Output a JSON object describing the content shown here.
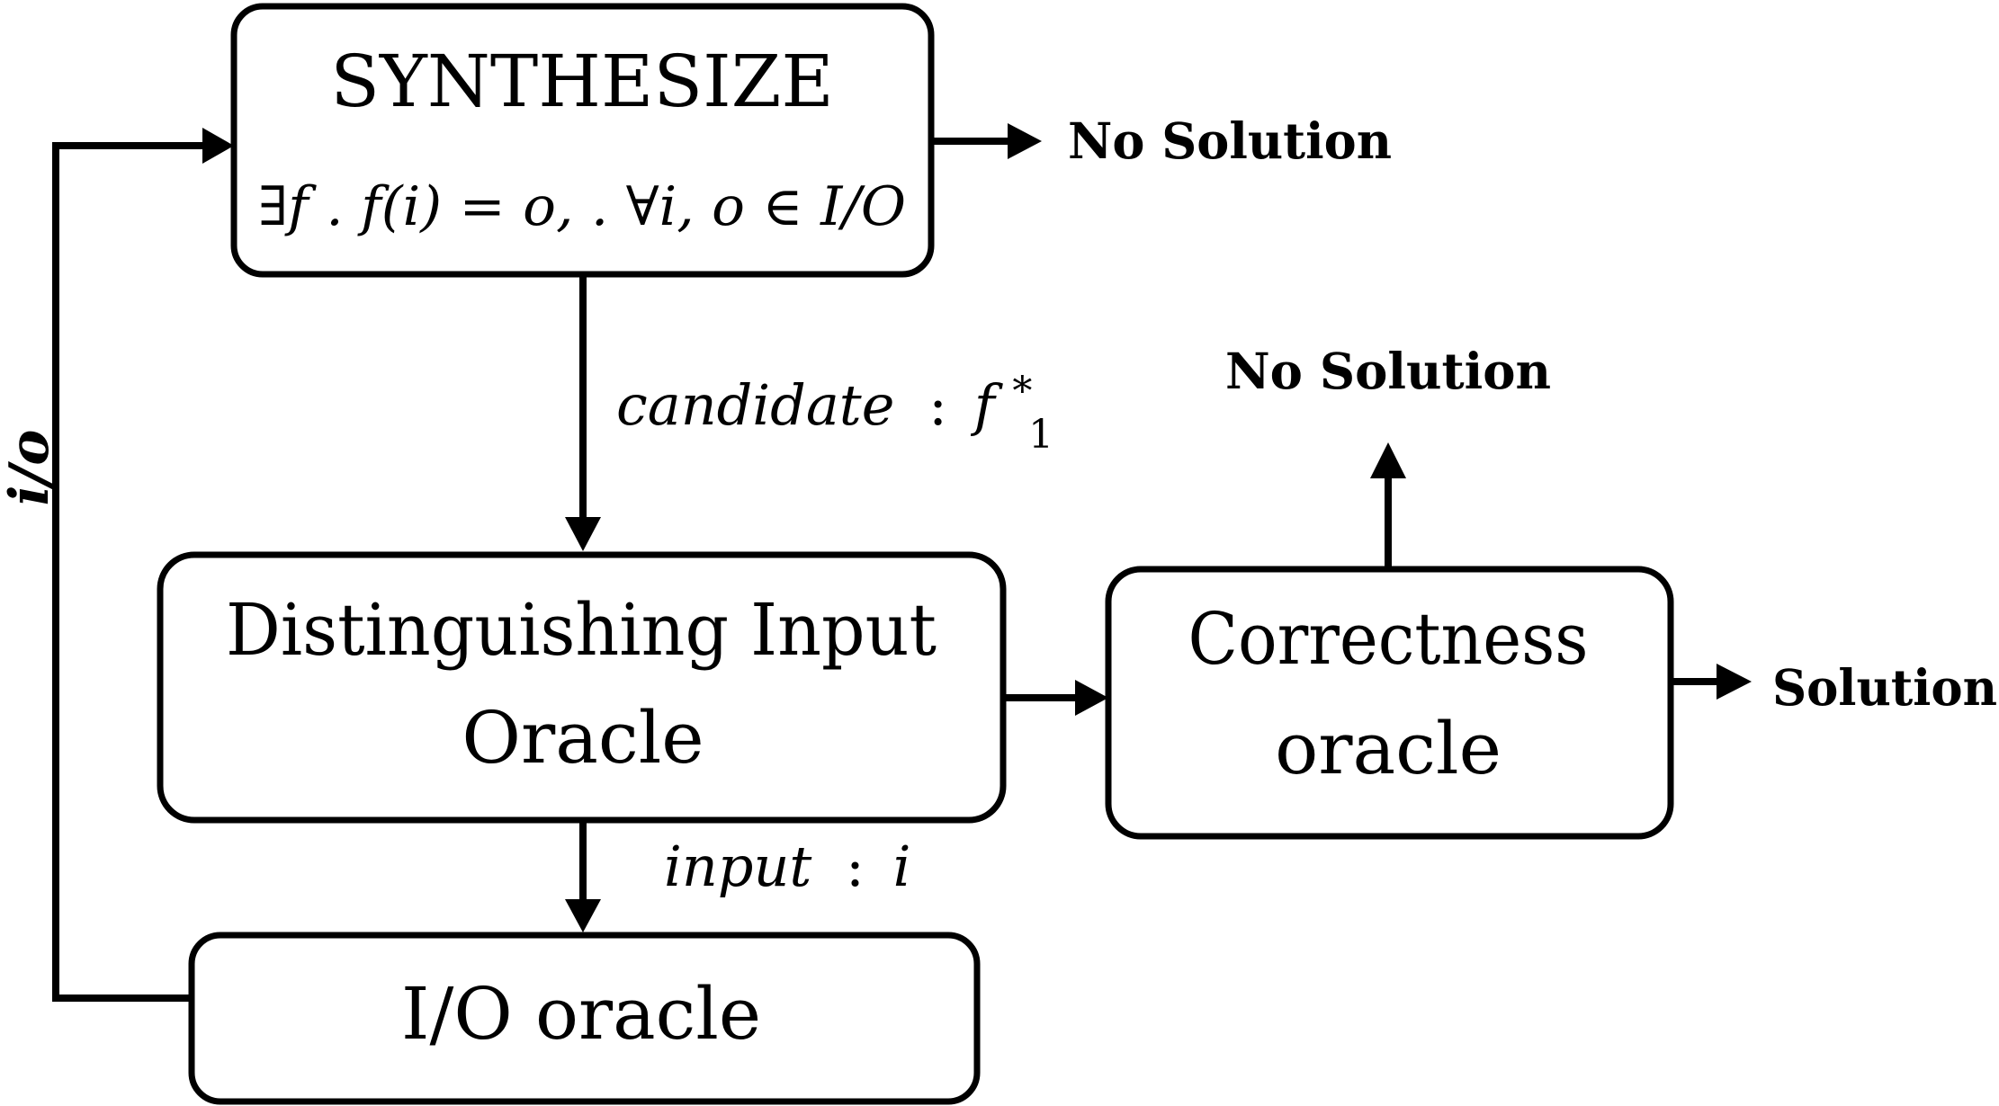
{
  "boxes": {
    "synthesize": {
      "title": "SYNTHESIZE",
      "formula": "∃f . f(i) = o, . ∀i, o ∈ I/O"
    },
    "distinguishing": {
      "line1": "Distinguishing Input",
      "line2": "Oracle"
    },
    "io": {
      "title": "I/O oracle"
    },
    "correctness": {
      "line1": "Correctness",
      "line2": "oracle"
    }
  },
  "edges": {
    "candidate": {
      "label": "candidate",
      "separator": ":",
      "symbol": "f",
      "superscript": "*",
      "subscript": "1"
    },
    "input": {
      "label": "input",
      "separator": ":",
      "symbol": "i"
    },
    "feedback": {
      "label": "i/o"
    }
  },
  "outcomes": {
    "synth_no_solution": "No Solution",
    "correctness_no_solution": "No Solution",
    "solution": "Solution"
  }
}
